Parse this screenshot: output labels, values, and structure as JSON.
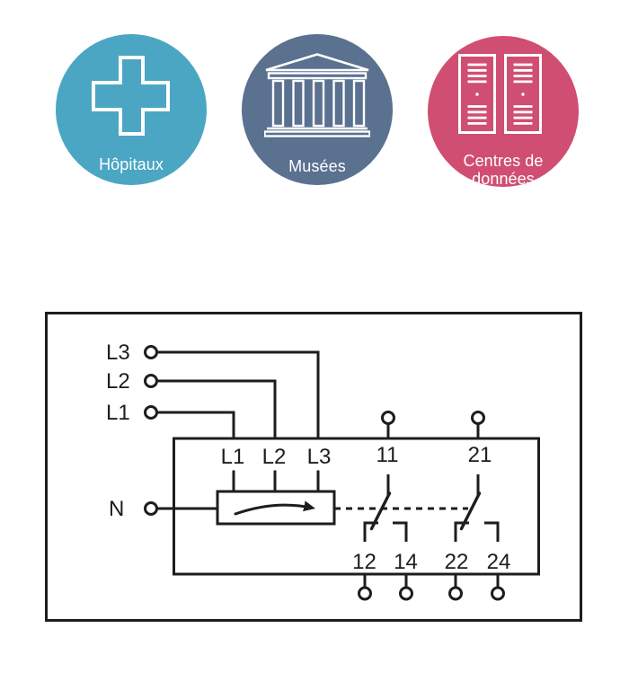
{
  "industries": {
    "items": [
      {
        "name": "hopitaux",
        "label": "Hôpitaux",
        "color": "#4ba6c3",
        "icon": "medical-cross"
      },
      {
        "name": "musees",
        "label": "Musées",
        "color": "#5a7190",
        "icon": "museum-building"
      },
      {
        "name": "centres-de-donnees",
        "label": "Centres de données",
        "label_lines": [
          "Centres de",
          "données"
        ],
        "color": "#d04e71",
        "icon": "server-racks"
      }
    ]
  },
  "circuit": {
    "stroke_color": "#1d1d1b",
    "supply_terminals": [
      "L3",
      "L2",
      "L1"
    ],
    "neutral_terminal": "N",
    "device_phase_inputs": [
      "L1",
      "L2",
      "L3"
    ],
    "relay_contact_commons": [
      "11",
      "21"
    ],
    "relay_contact_outputs": [
      "12",
      "14",
      "22",
      "24"
    ]
  }
}
